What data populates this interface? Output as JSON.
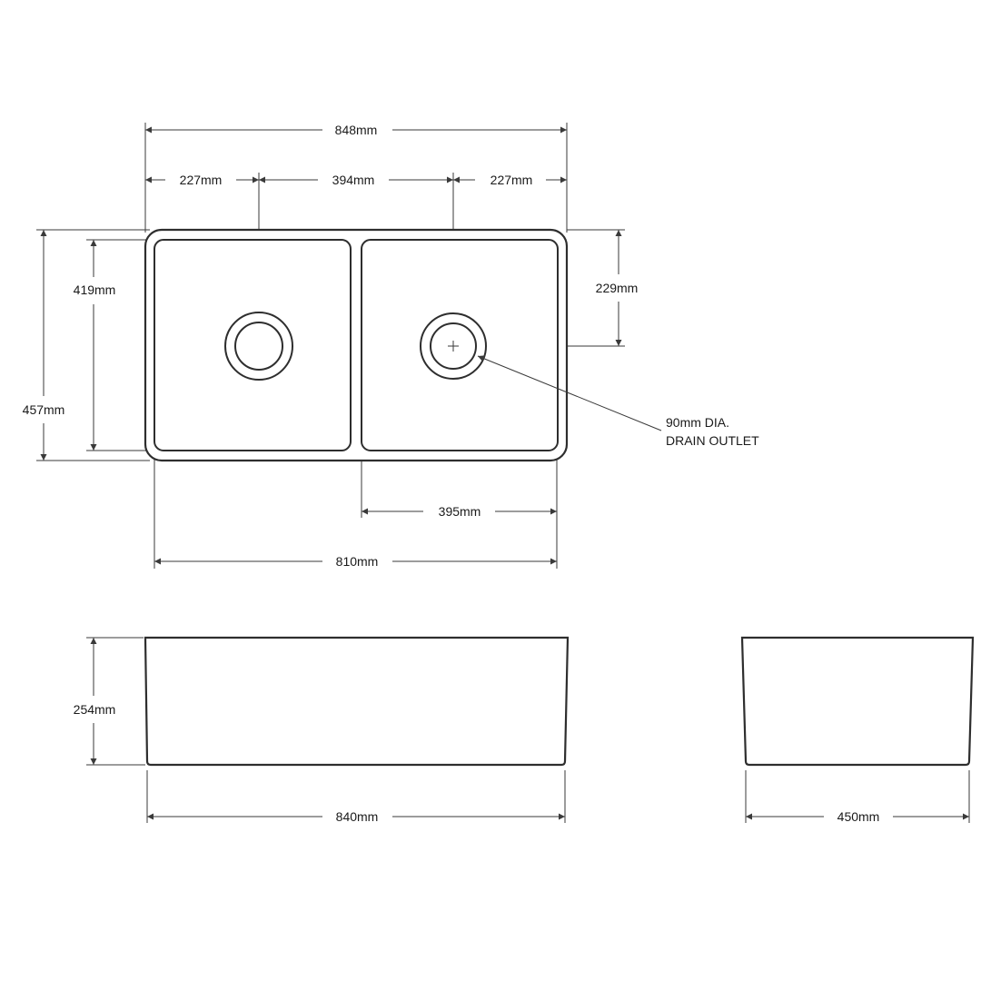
{
  "dimensions": {
    "overall_top_width": "848mm",
    "left_drain_offset": "227mm",
    "drain_spacing": "394mm",
    "right_drain_offset": "227mm",
    "inner_bowl_depth": "419mm",
    "overall_depth": "457mm",
    "drain_from_back": "229mm",
    "right_bowl_width": "395mm",
    "inner_overall_width": "810mm",
    "height": "254mm",
    "front_width": "840mm",
    "side_depth": "450mm"
  },
  "callout": {
    "line1": "90mm  DIA.",
    "line2": "DRAIN OUTLET"
  }
}
